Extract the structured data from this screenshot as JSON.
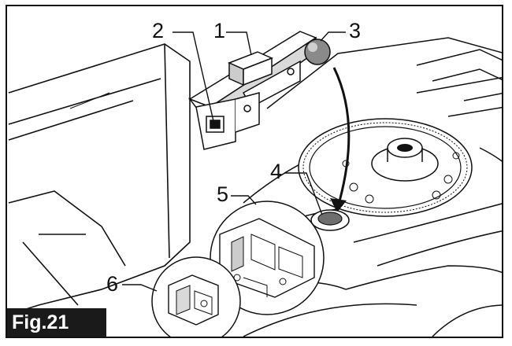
{
  "figure": {
    "label": "Fig.21",
    "callouts": [
      {
        "id": "1",
        "text": "1"
      },
      {
        "id": "2",
        "text": "2"
      },
      {
        "id": "3",
        "text": "3"
      },
      {
        "id": "4",
        "text": "4"
      },
      {
        "id": "5",
        "text": "5"
      },
      {
        "id": "6",
        "text": "6"
      }
    ]
  },
  "colors": {
    "line": "#111111",
    "shade": "#bfbfbf",
    "light_shade": "#e8e8e8",
    "label_bg": "#1a1a1a",
    "label_text": "#ffffff"
  }
}
